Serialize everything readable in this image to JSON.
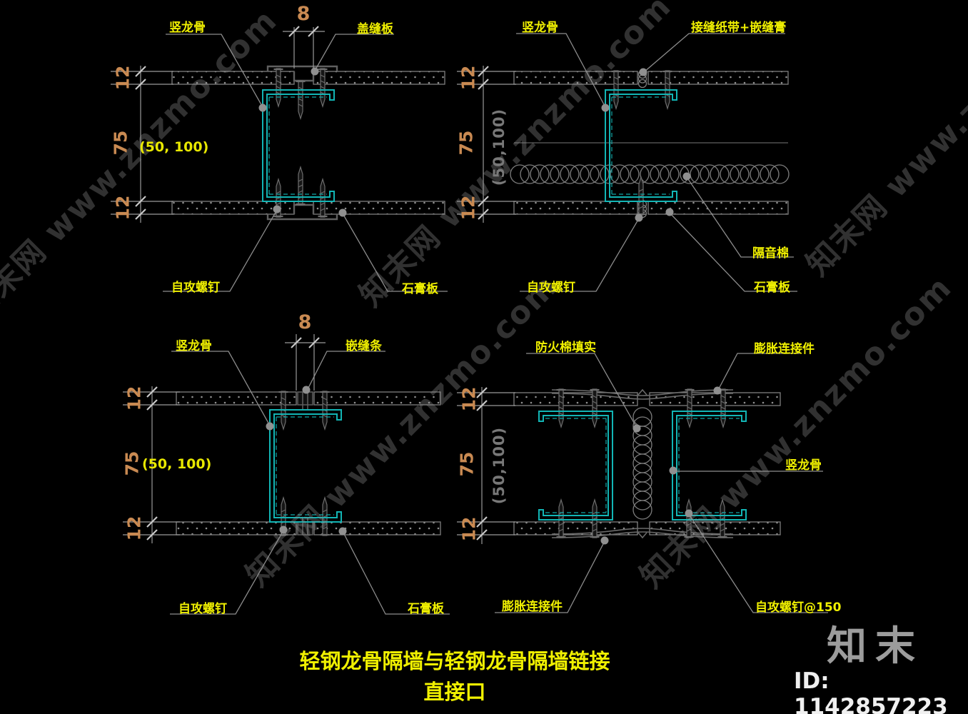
{
  "title": {
    "line1": "轻钢龙骨隔墙与轻钢龙骨隔墙链接",
    "line2": "直接口"
  },
  "branding": {
    "logo": "知末",
    "id_text": "ID: 1142857223"
  },
  "watermark": {
    "text": "知末网 www.znzmo.com"
  },
  "colors": {
    "background": "#000000",
    "label_yellow": "#f0f000",
    "dim_orange": "#c98a52",
    "stud_cyan": "#12b5b5",
    "line_gray": "#8c8c8c"
  },
  "details": {
    "top_left": {
      "labels": {
        "stud": "竖龙骨",
        "cover_plate": "盖缝板",
        "screw": "自攻螺钉",
        "board": "石膏板"
      },
      "dims": {
        "gap": "8",
        "board_top": "12",
        "cavity": "75",
        "board_bottom": "12",
        "alt": "(50, 100)"
      }
    },
    "top_right": {
      "labels": {
        "stud": "竖龙骨",
        "tape": "接缝纸带+嵌缝膏",
        "screw": "自攻螺钉",
        "insulation": "隔音棉",
        "board": "石膏板"
      },
      "dims": {
        "board_top": "12",
        "cavity": "75",
        "board_bottom": "12",
        "alt": "(50,100)"
      }
    },
    "bottom_left": {
      "labels": {
        "stud": "竖龙骨",
        "strip": "嵌缝条",
        "screw": "自攻螺钉",
        "board": "石膏板"
      },
      "dims": {
        "gap": "8",
        "board_top": "12",
        "cavity": "75",
        "board_bottom": "12",
        "alt": "(50, 100)"
      }
    },
    "bottom_right": {
      "labels": {
        "fire_cotton": "防火棉填实",
        "expansion_top": "膨胀连接件",
        "stud": "竖龙骨",
        "expansion_bottom": "膨胀连接件",
        "screw": "自攻螺钉@150"
      },
      "dims": {
        "board_top": "12",
        "cavity": "75",
        "board_bottom": "12",
        "alt": "(50,100)"
      }
    }
  }
}
